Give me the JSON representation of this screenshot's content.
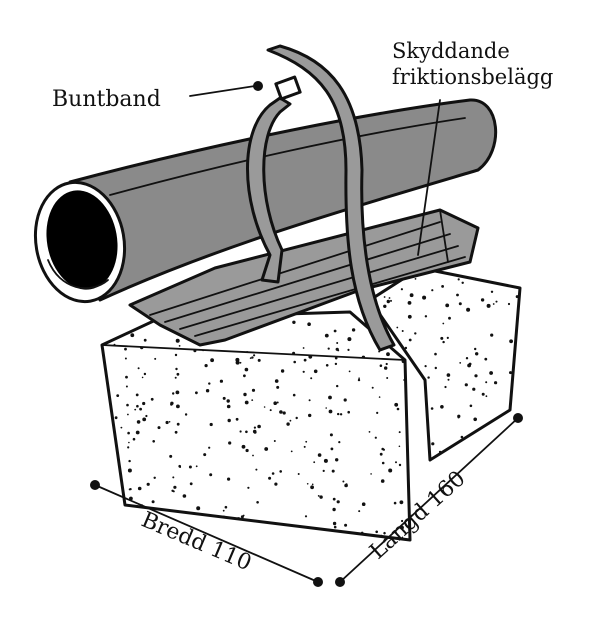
{
  "labels": {
    "cable_tie": "Buntband",
    "friction_top": "Skyddande",
    "friction_bottom": "friktionsbelägg",
    "width": "Bredd 110",
    "length": "Längd 160"
  },
  "colors": {
    "ink": "#111111",
    "pipe_fill": "#8a8a8a",
    "pipe_inner": "#000000",
    "mat_fill": "#9a9a9a",
    "block_fill": "#ffffff",
    "background": "#ffffff"
  }
}
